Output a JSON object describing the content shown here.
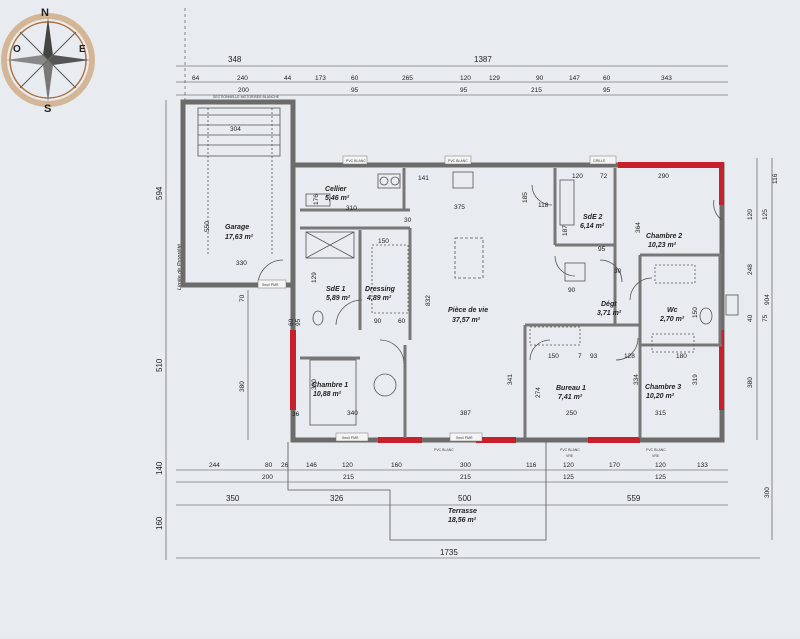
{
  "compass": {
    "n": "N",
    "s": "S",
    "e": "E",
    "o": "O"
  },
  "labels": {
    "limite": "Limite de Propriété",
    "seuil": "Seuil PMR",
    "sectionnelle": "SECTIONNELLE MOTORISEE BLANCHE",
    "pvc_blanc": "PVC BLANC",
    "grille": "GRILLE",
    "vr": "VRE"
  },
  "rooms": {
    "garage": {
      "name": "Garage",
      "area": "17,63 m²"
    },
    "cellier": {
      "name": "Cellier",
      "area": "5,46 m²"
    },
    "sde1": {
      "name": "SdE 1",
      "area": "5,89 m²"
    },
    "dressing": {
      "name": "Dressing",
      "area": "4,89 m²"
    },
    "chambre1": {
      "name": "Chambre 1",
      "area": "10,88 m²"
    },
    "piece": {
      "name": "Pièce de vie",
      "area": "37,57 m²"
    },
    "sde2": {
      "name": "SdE 2",
      "area": "6,14 m²"
    },
    "chambre2": {
      "name": "Chambre 2",
      "area": "10,23 m²"
    },
    "degt": {
      "name": "Dégt",
      "area": "3,71 m²"
    },
    "wc": {
      "name": "Wc",
      "area": "2,70 m²"
    },
    "bureau": {
      "name": "Bureau 1",
      "area": "7,41 m²"
    },
    "chambre3": {
      "name": "Chambre 3",
      "area": "10,20 m²"
    },
    "terrasse": {
      "name": "Terrasse",
      "area": "18,56 m²"
    }
  },
  "top_dims": {
    "row1": [
      "348",
      "1387"
    ],
    "row2": [
      "64",
      "240",
      "44",
      "173",
      "60",
      "265",
      "120",
      "129",
      "90",
      "147",
      "60",
      "343"
    ],
    "row3": [
      "200",
      "95",
      "95",
      "215",
      "95"
    ]
  },
  "bottom_dims": {
    "row1": [
      "244",
      "80",
      "26",
      "146",
      "120",
      "160",
      "300",
      "116",
      "120",
      "170",
      "120",
      "133"
    ],
    "row2": [
      "200",
      "215",
      "215",
      "125",
      "125"
    ],
    "row3": [
      "350",
      "326",
      "500",
      "559"
    ],
    "total": "1735"
  },
  "left_dims": [
    "594",
    "510",
    "140",
    "160"
  ],
  "right_dims": [
    "116",
    "120",
    "125",
    "248",
    "904",
    "40",
    "75",
    "380",
    "300"
  ],
  "interior_dims": [
    "304",
    "550",
    "330",
    "310",
    "176",
    "141",
    "375",
    "185",
    "118",
    "120",
    "72",
    "290",
    "187",
    "95",
    "364",
    "30",
    "150",
    "129",
    "90",
    "832",
    "95",
    "60",
    "90",
    "60",
    "320",
    "380",
    "340",
    "387",
    "341",
    "274",
    "150",
    "93",
    "128",
    "7",
    "180",
    "334",
    "319",
    "250",
    "315",
    "36",
    "70",
    "150",
    "30"
  ]
}
